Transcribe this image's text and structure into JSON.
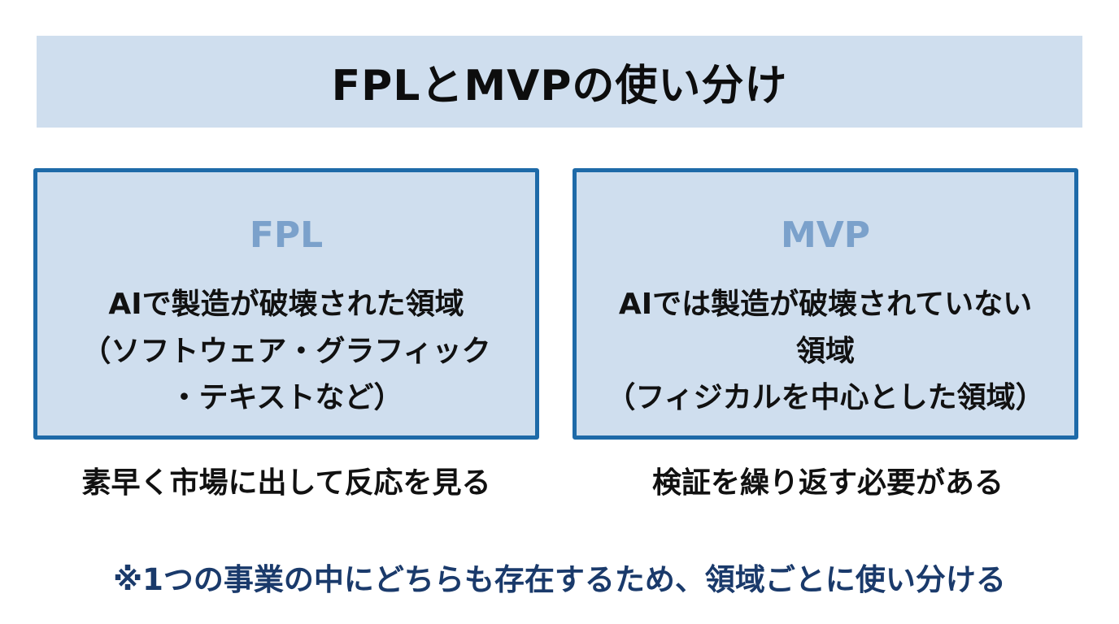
{
  "title": "FPLとMVPの使い分け",
  "fpl": {
    "heading": "FPL",
    "lines": [
      "AIで製造が破壊された領域",
      "（ソフトウェア・グラフィック",
      "・テキストなど）"
    ],
    "caption": "素早く市場に出して反応を見る"
  },
  "mvp": {
    "heading": "MVP",
    "lines": [
      "AIでは製造が破壊されていない",
      "領域",
      "（フィジカルを中心とした領域）"
    ],
    "caption": "検証を繰り返す必要がある"
  },
  "footnote": "※1つの事業の中にどちらも存在するため、領域ごとに使い分ける",
  "colors": {
    "panel_fill": "#cfdeee",
    "card_border": "#1e6aa8",
    "heading_text": "#7ba1cb",
    "footnote_text": "#1a3a6b"
  }
}
